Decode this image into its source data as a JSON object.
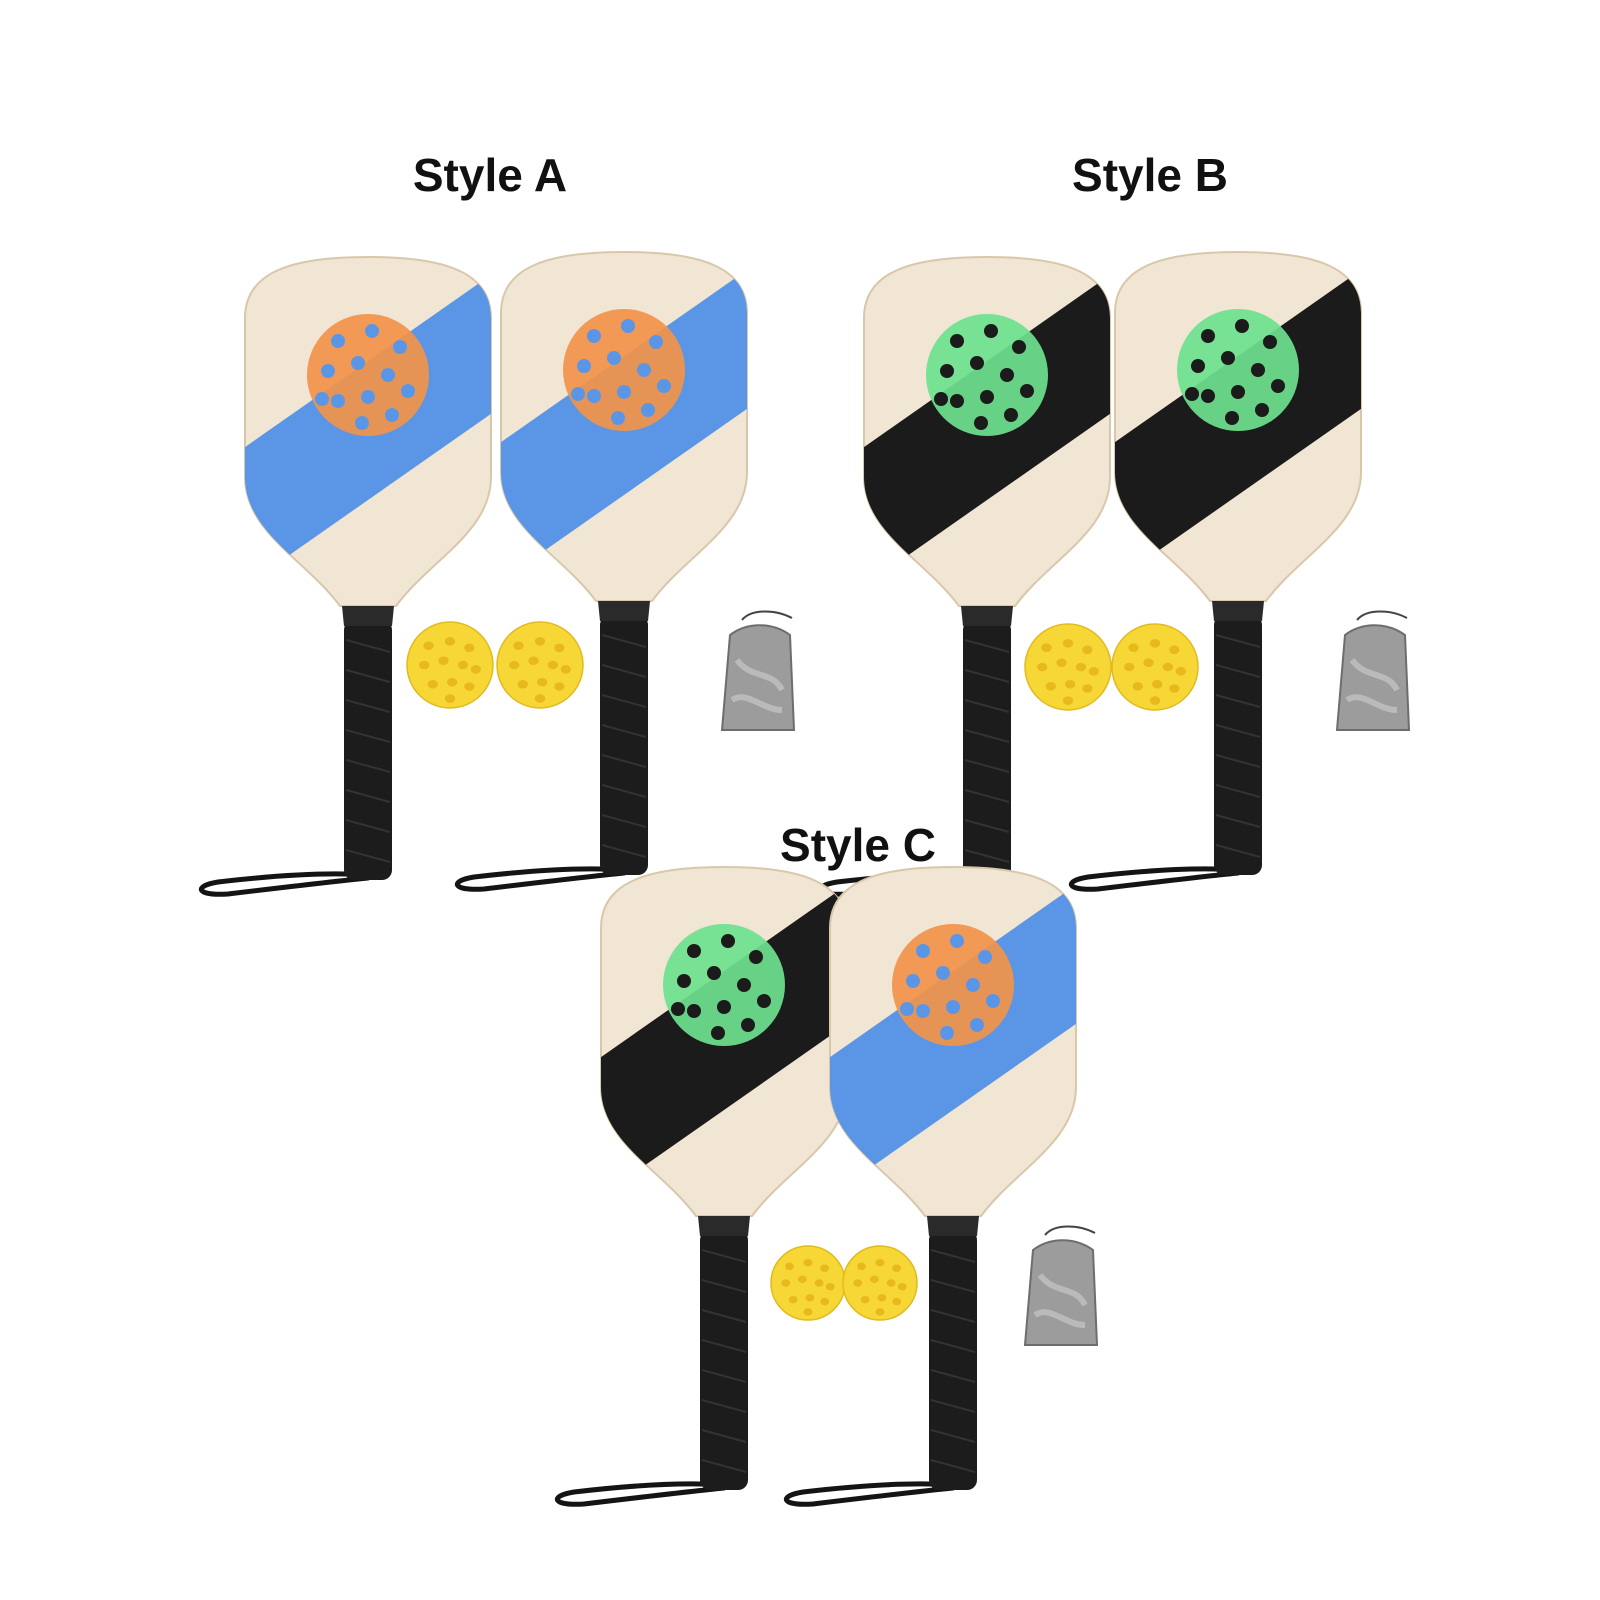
{
  "styles": [
    {
      "id": "A",
      "title": "Style A",
      "paddles": [
        {
          "stripe_color": "#5b96e6",
          "ball_color": "#f2944a",
          "ball_hole_color": "#5b96e6"
        },
        {
          "stripe_color": "#5b96e6",
          "ball_color": "#f2944a",
          "ball_hole_color": "#5b96e6"
        }
      ]
    },
    {
      "id": "B",
      "title": "Style B",
      "paddles": [
        {
          "stripe_color": "#1b1b1b",
          "ball_color": "#6ee28e",
          "ball_hole_color": "#1b1b1b"
        },
        {
          "stripe_color": "#1b1b1b",
          "ball_color": "#6ee28e",
          "ball_hole_color": "#1b1b1b"
        }
      ]
    },
    {
      "id": "C",
      "title": "Style C",
      "paddles": [
        {
          "stripe_color": "#1b1b1b",
          "ball_color": "#6ee28e",
          "ball_hole_color": "#1b1b1b"
        },
        {
          "stripe_color": "#5b96e6",
          "ball_color": "#f2944a",
          "ball_hole_color": "#5b96e6"
        }
      ]
    }
  ],
  "colors": {
    "wood": "#f1e5d3",
    "wood_edge": "#d9c7ab",
    "handle": "#1c1c1c",
    "strap": "#141414",
    "yellow_ball": "#f7d736",
    "yellow_ball_hole": "#e8b91a",
    "mesh_bag": "#9c9c9c"
  },
  "icons": [
    "pickleball-paddle-icon",
    "pickleball-ball-icon",
    "mesh-bag-icon"
  ]
}
